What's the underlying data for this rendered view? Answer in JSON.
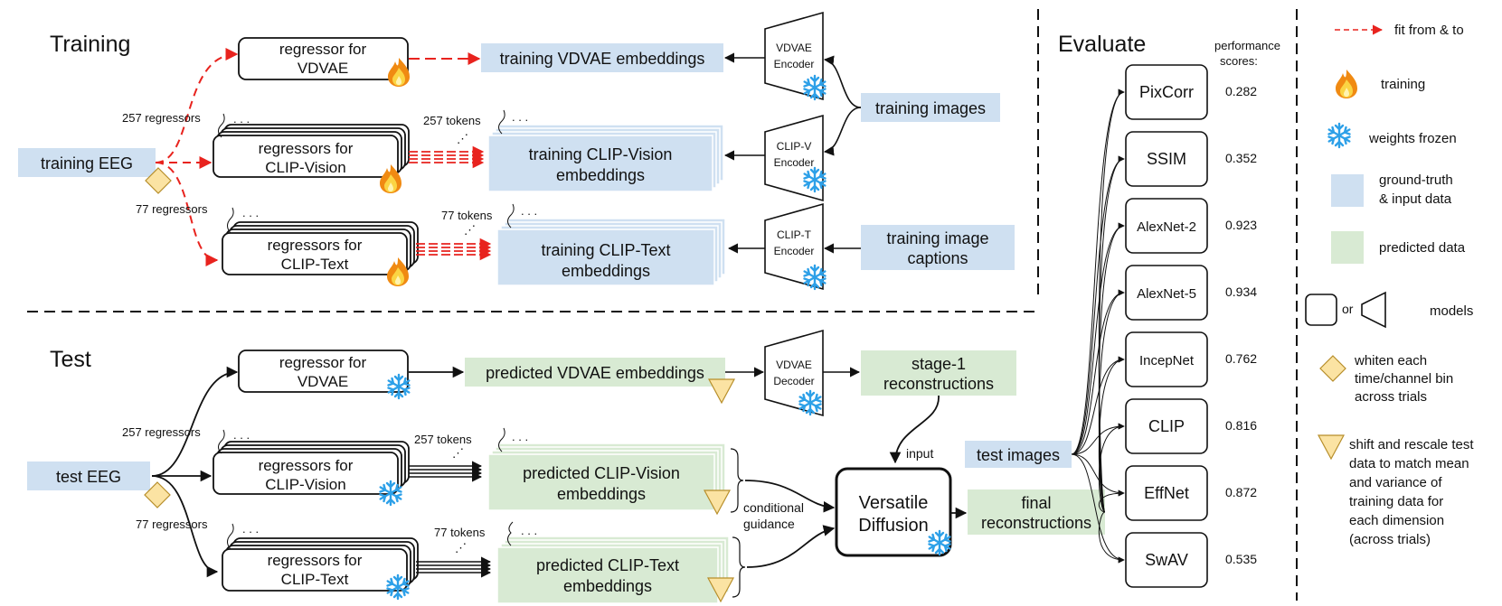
{
  "sections": {
    "training": "Training",
    "test": "Test",
    "evaluate": "Evaluate"
  },
  "training": {
    "regressor_vdvae": [
      "regressor for",
      "VDVAE"
    ],
    "regressors_clipv": [
      "regressors for",
      "CLIP-Vision"
    ],
    "regressors_clipt": [
      "regressors for",
      "CLIP-Text"
    ],
    "count_257_regressors": "257 regressors",
    "count_77_regressors": "77 regressors",
    "count_257_tokens": "257 tokens",
    "count_77_tokens": "77 tokens",
    "input_eeg": "training EEG",
    "emb_vdvae": "training VDVAE embeddings",
    "emb_clipv": [
      "training CLIP-Vision",
      "embeddings"
    ],
    "emb_clipt": [
      "training CLIP-Text",
      "embeddings"
    ],
    "enc_vdvae": [
      "VDVAE",
      "Encoder"
    ],
    "enc_clipv": [
      "CLIP-V",
      "Encoder"
    ],
    "enc_clipt": [
      "CLIP-T",
      "Encoder"
    ],
    "images": "training images",
    "captions": [
      "training image",
      "captions"
    ]
  },
  "test": {
    "regressor_vdvae": [
      "regressor for",
      "VDVAE"
    ],
    "regressors_clipv": [
      "regressors for",
      "CLIP-Vision"
    ],
    "regressors_clipt": [
      "regressors for",
      "CLIP-Text"
    ],
    "count_257_regressors": "257 regressors",
    "count_77_regressors": "77 regressors",
    "count_257_tokens": "257 tokens",
    "count_77_tokens": "77 tokens",
    "input_eeg": "test EEG",
    "emb_vdvae": "predicted VDVAE embeddings",
    "emb_clipv": [
      "predicted CLIP-Vision",
      "embeddings"
    ],
    "emb_clipt": [
      "predicted CLIP-Text",
      "embeddings"
    ],
    "dec_vdvae": [
      "VDVAE",
      "Decoder"
    ],
    "stage1": [
      "stage-1",
      "reconstructions"
    ],
    "input_label": "input",
    "cond_label": [
      "conditional",
      "guidance"
    ],
    "vd": [
      "Versatile",
      "Diffusion"
    ],
    "final": [
      "final",
      "reconstructions"
    ],
    "test_images": "test images"
  },
  "evaluate": {
    "header": [
      "performance",
      "scores:"
    ],
    "metrics": [
      {
        "name": "PixCorr",
        "score": "0.282"
      },
      {
        "name": "SSIM",
        "score": "0.352"
      },
      {
        "name": "AlexNet-2",
        "score": "0.923"
      },
      {
        "name": "AlexNet-5",
        "score": "0.934"
      },
      {
        "name": "IncepNet",
        "score": "0.762"
      },
      {
        "name": "CLIP",
        "score": "0.816"
      },
      {
        "name": "EffNet",
        "score": "0.872"
      },
      {
        "name": "SwAV",
        "score": "0.535"
      }
    ]
  },
  "legend": {
    "fit": "fit from & to",
    "training": "training",
    "frozen": "weights frozen",
    "gt": [
      "ground-truth",
      "& input data"
    ],
    "pred": "predicted data",
    "or": "or",
    "models": "models",
    "whiten": [
      "whiten each",
      "time/channel bin",
      "across trials"
    ],
    "shift": [
      "shift and rescale test",
      "data to match mean",
      "and variance of",
      "training data for",
      "each dimension",
      "(across trials)"
    ]
  },
  "colors": {
    "blue": "#cfe0f1",
    "green": "#d8ead3",
    "red": "#e8231e",
    "diamond": "#fbe3a3",
    "snow": "#2da0e8"
  },
  "icons": {
    "fire": "fire-icon",
    "snow": "snowflake-icon",
    "diamond": "diamond-icon",
    "triangle": "triangle-icon"
  }
}
